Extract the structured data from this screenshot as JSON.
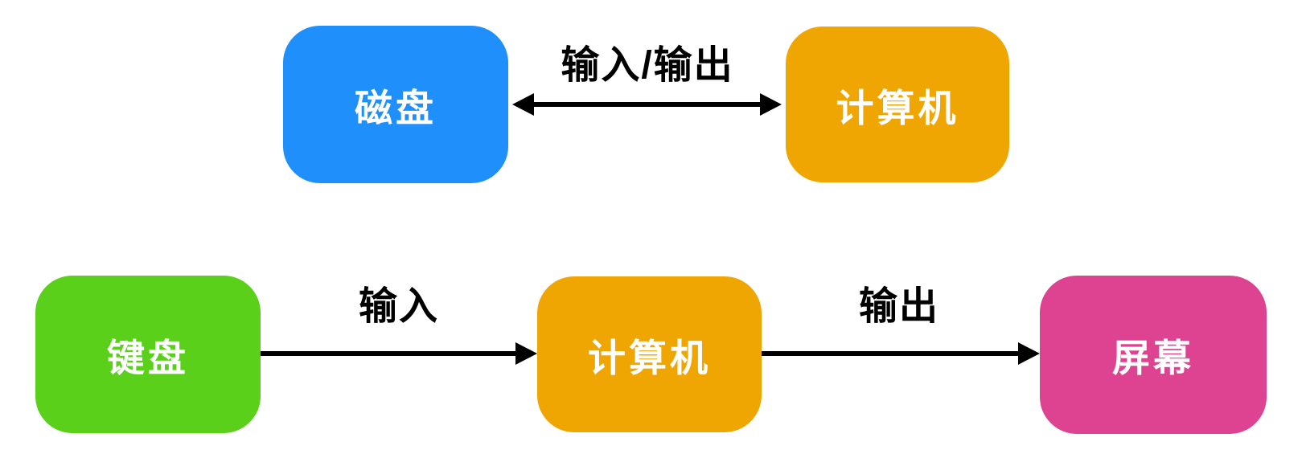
{
  "colors": {
    "bg": "#ffffff",
    "disk_blue": "#1e8ffb",
    "computer_orange": "#efa602",
    "keyboard_green": "#5ad01a",
    "screen_pink": "#dd4391",
    "arrow_black": "#000000",
    "label_black": "#000000",
    "box_text": "#ffffff"
  },
  "diagram": {
    "top_flow": {
      "disk_label": "磁盘",
      "io_label": "输入/输出",
      "computer_label": "计算机"
    },
    "bottom_flow": {
      "keyboard_label": "键盘",
      "input_label": "输入",
      "computer_label": "计算机",
      "output_label": "输出",
      "screen_label": "屏幕"
    }
  }
}
